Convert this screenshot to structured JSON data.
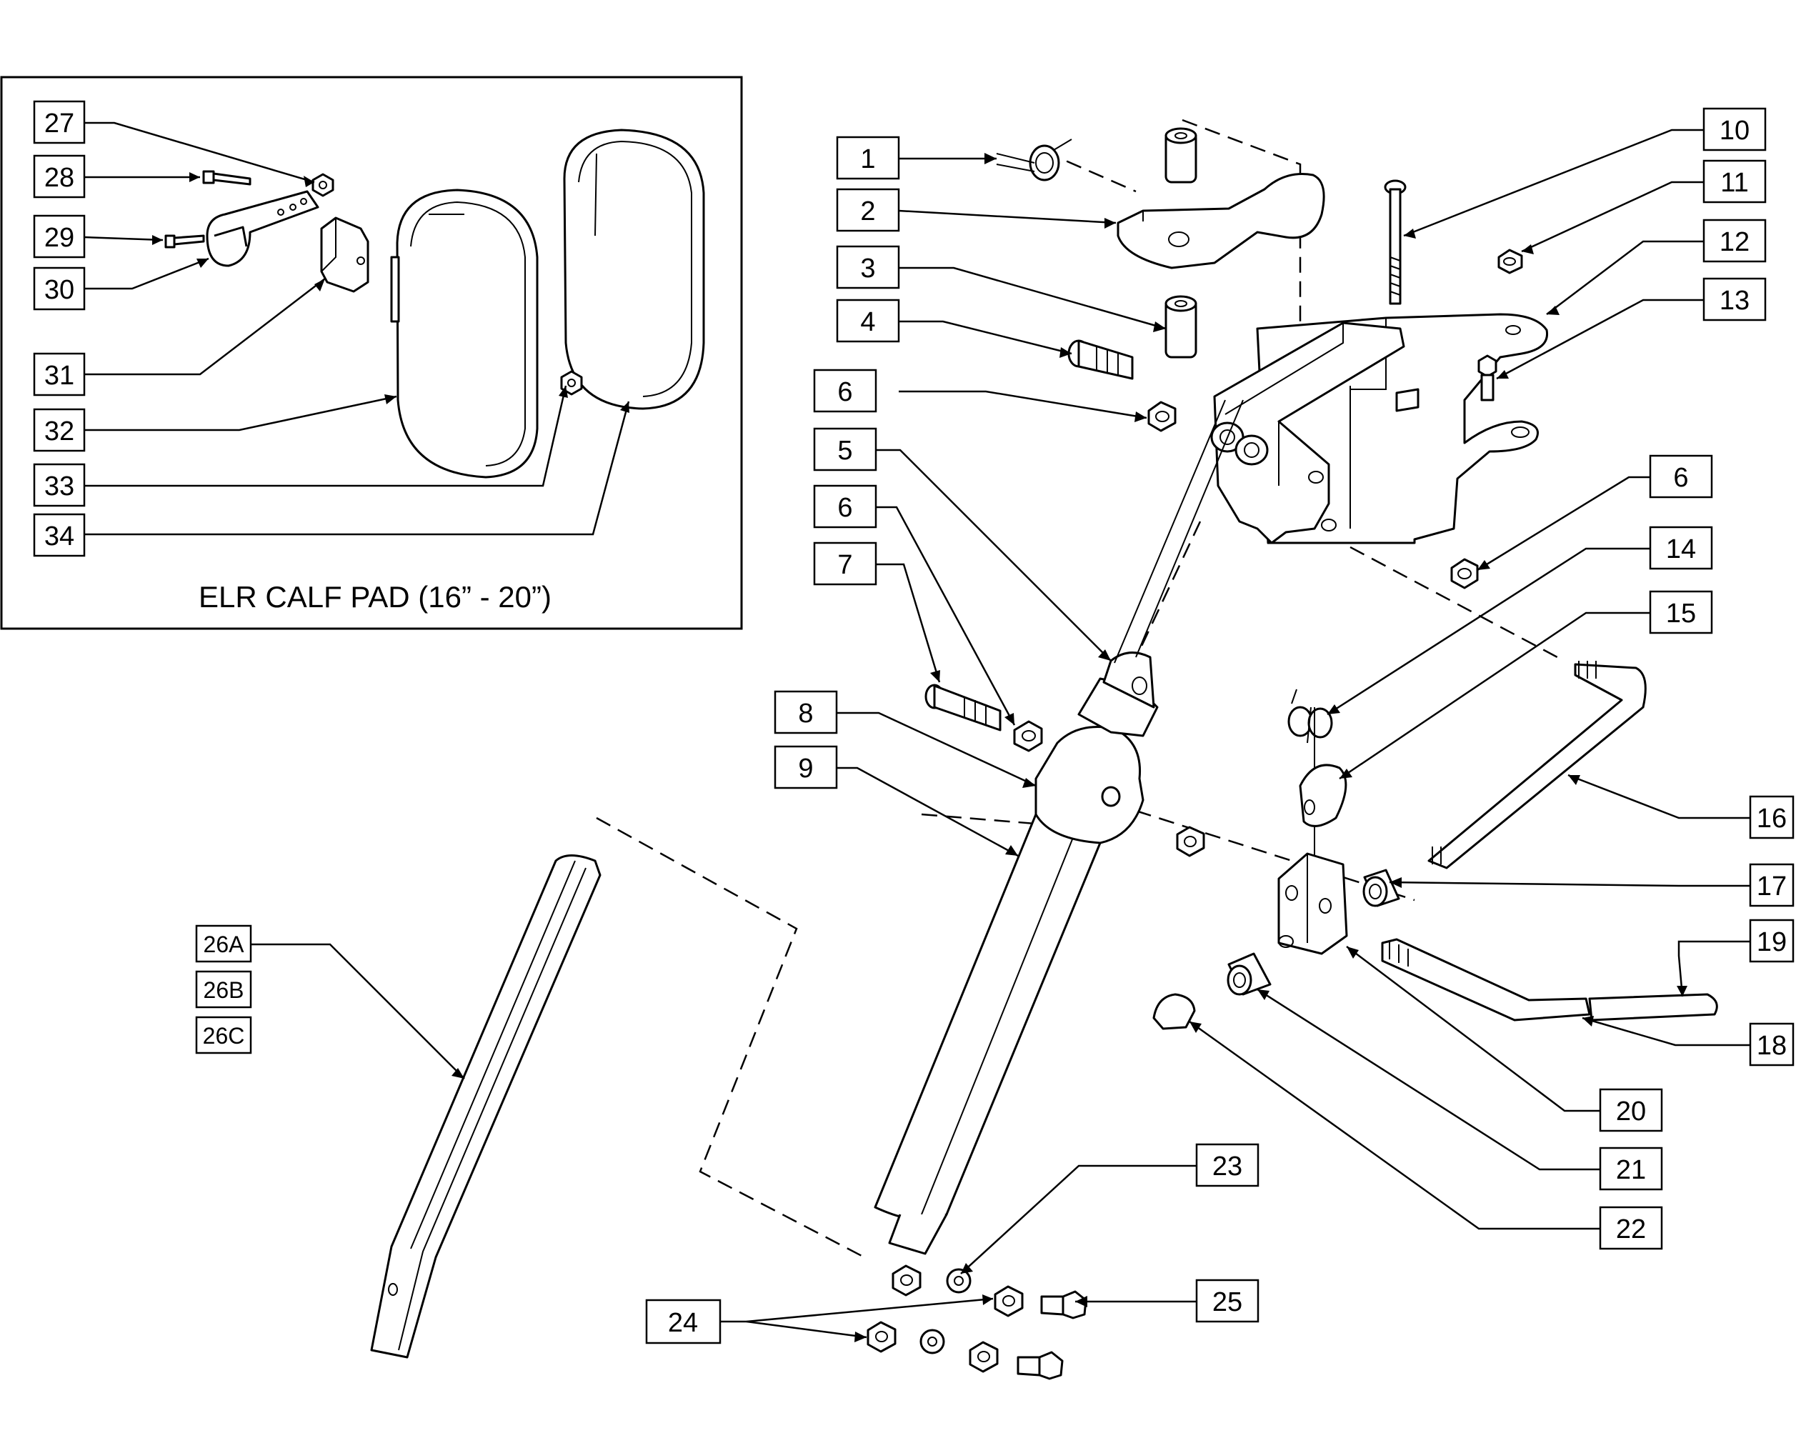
{
  "inset": {
    "title": "ELR CALF PAD (16” - 20”)"
  },
  "callouts": [
    {
      "id": "c27",
      "label": "27"
    },
    {
      "id": "c28",
      "label": "28"
    },
    {
      "id": "c29",
      "label": "29"
    },
    {
      "id": "c30",
      "label": "30"
    },
    {
      "id": "c31",
      "label": "31"
    },
    {
      "id": "c32",
      "label": "32"
    },
    {
      "id": "c33",
      "label": "33"
    },
    {
      "id": "c34",
      "label": "34"
    },
    {
      "id": "c1",
      "label": "1"
    },
    {
      "id": "c2",
      "label": "2"
    },
    {
      "id": "c3",
      "label": "3"
    },
    {
      "id": "c4",
      "label": "4"
    },
    {
      "id": "c6a",
      "label": "6"
    },
    {
      "id": "c5",
      "label": "5"
    },
    {
      "id": "c6b",
      "label": "6"
    },
    {
      "id": "c7",
      "label": "7"
    },
    {
      "id": "c8",
      "label": "8"
    },
    {
      "id": "c9",
      "label": "9"
    },
    {
      "id": "c10",
      "label": "10"
    },
    {
      "id": "c11",
      "label": "11"
    },
    {
      "id": "c12",
      "label": "12"
    },
    {
      "id": "c13",
      "label": "13"
    },
    {
      "id": "c6c",
      "label": "6"
    },
    {
      "id": "c14",
      "label": "14"
    },
    {
      "id": "c15",
      "label": "15"
    },
    {
      "id": "c16",
      "label": "16"
    },
    {
      "id": "c17",
      "label": "17"
    },
    {
      "id": "c19",
      "label": "19"
    },
    {
      "id": "c18",
      "label": "18"
    },
    {
      "id": "c20",
      "label": "20"
    },
    {
      "id": "c21",
      "label": "21"
    },
    {
      "id": "c22",
      "label": "22"
    },
    {
      "id": "c23",
      "label": "23"
    },
    {
      "id": "c25",
      "label": "25"
    },
    {
      "id": "c24",
      "label": "24"
    },
    {
      "id": "c26a",
      "label": "26A"
    },
    {
      "id": "c26b",
      "label": "26B"
    },
    {
      "id": "c26c",
      "label": "26C"
    }
  ]
}
